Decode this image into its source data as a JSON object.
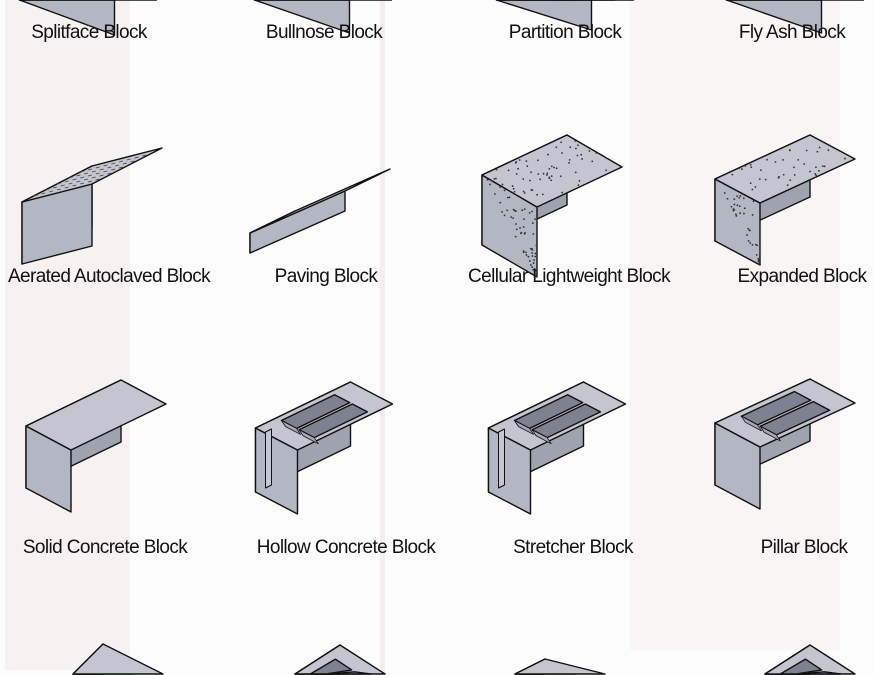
{
  "title_rows": [
    [
      "Splitface Block",
      "Bullnose Block",
      "Partition Block",
      "Fly Ash Block"
    ],
    [
      "Aerated Autoclaved Block",
      "Paving Block",
      "Cellular Lightweight Block",
      "Expanded Block"
    ],
    [
      "Solid Concrete Block",
      "Hollow Concrete Block",
      "Stretcher Block",
      "Pillar Block"
    ]
  ],
  "colors": {
    "top": "#c3c6d0",
    "left": "#9fa3b0",
    "right": "#b3b7c3",
    "stroke": "#111111"
  }
}
